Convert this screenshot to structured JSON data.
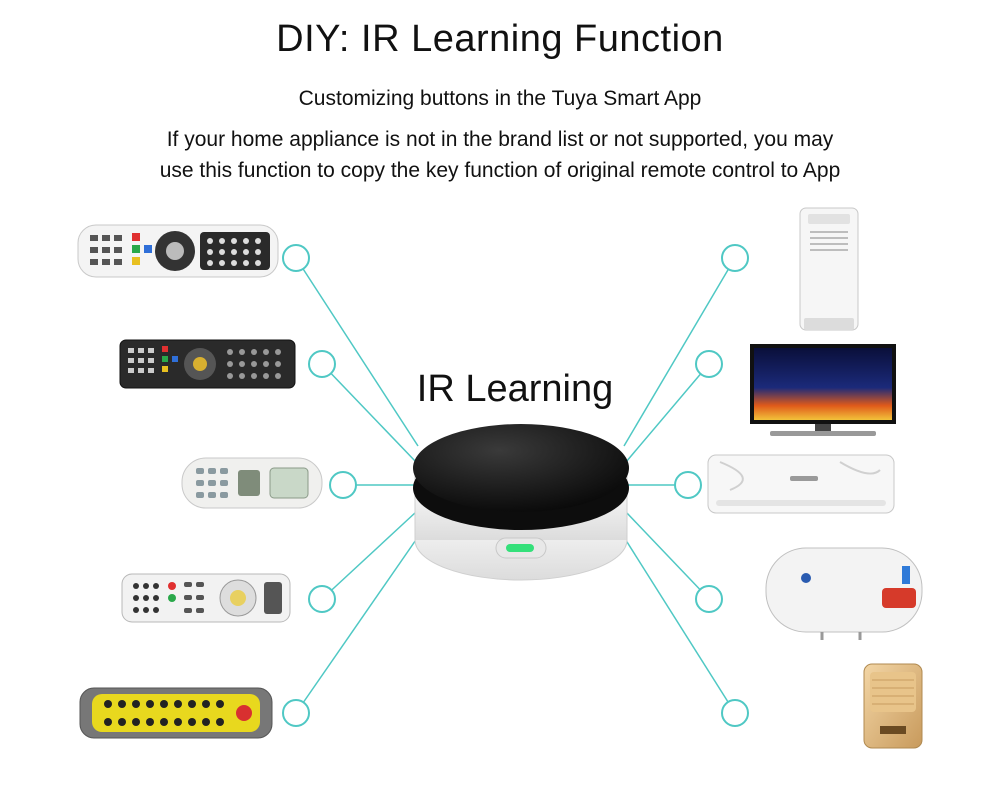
{
  "heading": {
    "title": "DIY: IR Learning Function",
    "subtitle": "Customizing buttons in the Tuya Smart App",
    "description_line1": "If your home appliance is not in the brand list or not supported, you may",
    "description_line2": "use this function to copy the key function of original remote control to App"
  },
  "hub": {
    "label": "IR Learning",
    "indicator_color": "#34e07a"
  },
  "colors": {
    "connector": "#4fc8c4",
    "hub_top": "#151515",
    "hub_body": "#f2f2f2"
  },
  "left_remotes": [
    {
      "icon": "tv-remote-white-icon"
    },
    {
      "icon": "tv-remote-black-icon"
    },
    {
      "icon": "ac-remote-white-icon"
    },
    {
      "icon": "set-top-box-remote-icon"
    },
    {
      "icon": "yellow-keypad-remote-icon"
    }
  ],
  "right_appliances": [
    {
      "icon": "portable-air-conditioner-icon"
    },
    {
      "icon": "television-icon"
    },
    {
      "icon": "split-air-conditioner-icon"
    },
    {
      "icon": "water-heater-icon"
    },
    {
      "icon": "air-purifier-icon"
    }
  ]
}
